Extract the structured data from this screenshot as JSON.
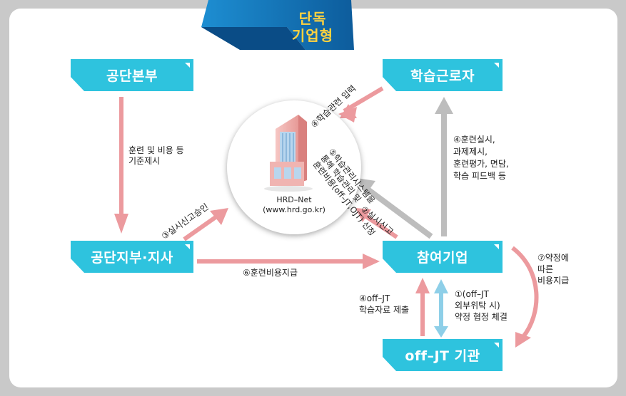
{
  "banner": {
    "line1": "단독",
    "line2": "기업형"
  },
  "nodes": {
    "hq": "공단본부",
    "worker": "학습근로자",
    "branch": "공단지부·지사",
    "company": "참여기업",
    "offjt": "off–JT 기관"
  },
  "center": {
    "line1": "HRD–Net",
    "line2": "(www.hrd.go.kr)"
  },
  "labels": {
    "hq_branch": [
      "훈련 및 비용 등",
      "기준제시"
    ],
    "worker_input": "④학습관련 입력",
    "approval": "③실시신고승인",
    "system": [
      "⑤학습관리시스템을",
      "통해 학습관리 및",
      "훈련비용(off–JT,OJT) 신청"
    ],
    "report": "②실시신고",
    "company_worker": [
      "④훈련실시,",
      "과제제시,",
      "훈련평가, 면담,",
      "학습 피드백 등"
    ],
    "payment": "⑥훈련비용지급",
    "contract_pay": [
      "⑦약정에",
      "따른",
      "비용지급"
    ],
    "submit": [
      "④off–JT",
      "학습자료 제출"
    ],
    "agreement": [
      "①(off–JT",
      "외부위탁 시)",
      "약정 협정 체결"
    ]
  },
  "colors": {
    "box": "#2ec3de",
    "arrow_pink": "#ec9a9e",
    "arrow_gray": "#bdbdbd",
    "arrow_blue": "#8ecfe8",
    "banner": "#1273b8",
    "banner_text": "#ffd23f"
  }
}
